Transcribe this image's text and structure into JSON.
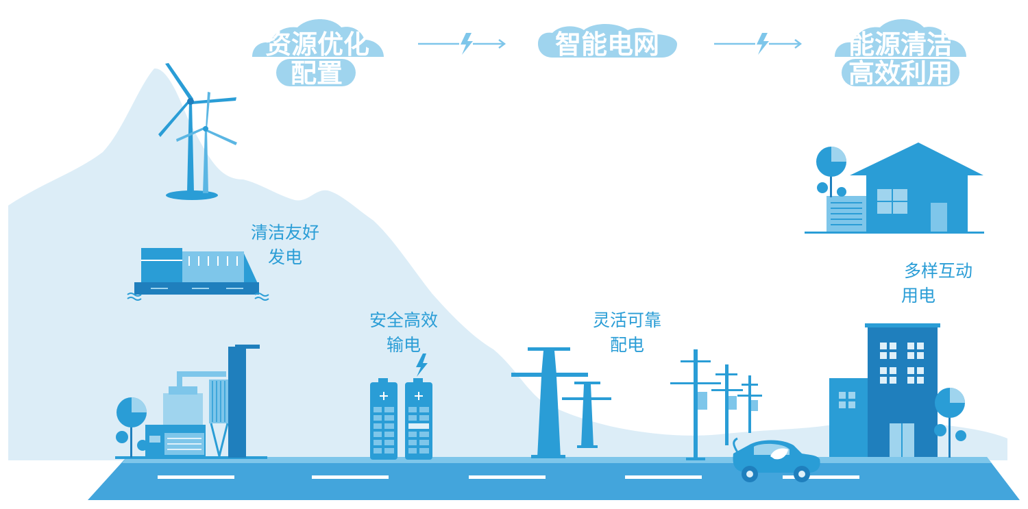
{
  "header": {
    "stage1": {
      "line1": "资源优化",
      "line2": "配置"
    },
    "stage2": {
      "line1": "智能电网"
    },
    "stage3": {
      "line1": "能源清洁",
      "line2": "高效利用"
    }
  },
  "labels": {
    "generation": {
      "line1": "清洁友好",
      "line2": "发电"
    },
    "transmission": {
      "line1": "安全高效",
      "line2": "输电"
    },
    "distribution": {
      "line1": "灵活可靠",
      "line2": "配电"
    },
    "consumption": {
      "line1": "多样互动",
      "line2": "用电"
    }
  },
  "colors": {
    "primary": "#2a9dd6",
    "dark": "#1f7fbd",
    "light": "#9fd4ee",
    "pale": "#dff0f9"
  }
}
